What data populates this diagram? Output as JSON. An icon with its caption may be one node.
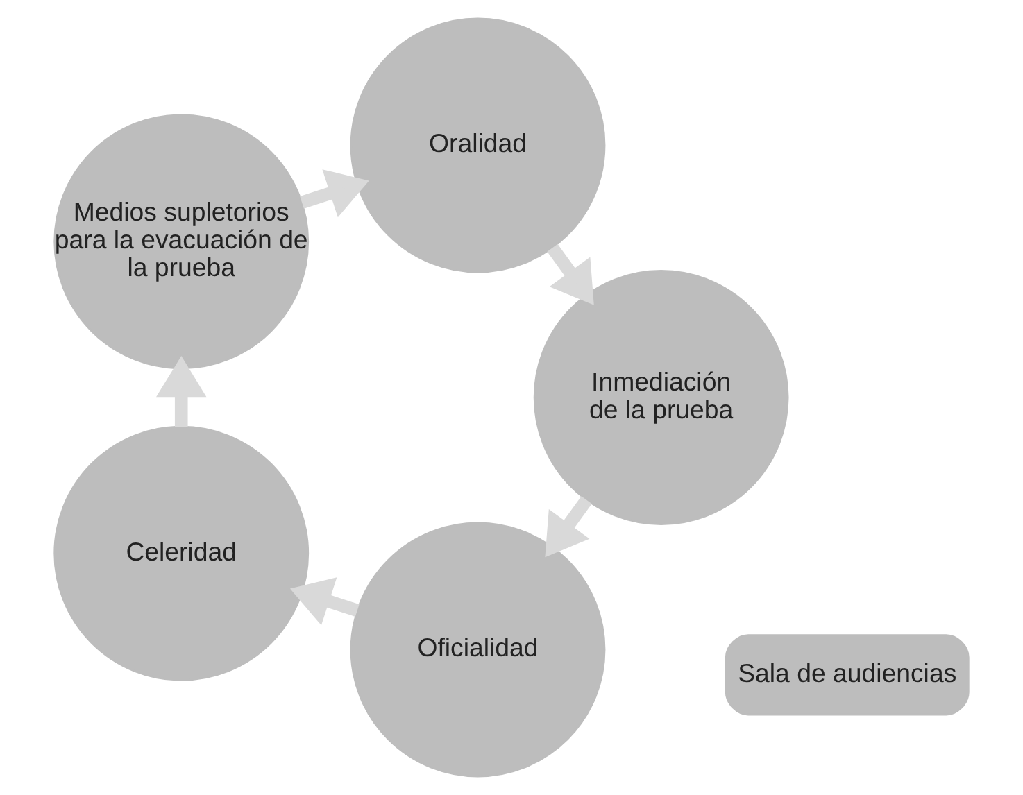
{
  "diagram": {
    "nodes": [
      {
        "text": [
          "Oficialidad"
        ]
      },
      {
        "text": [
          "Celeridad"
        ]
      },
      {
        "text": [
          "Medios supletorios para la evacuación de la prueba"
        ]
      },
      {
        "text": [
          "Oralidad"
        ]
      },
      {
        "text": [
          "Inmediación de la prueba"
        ]
      },
      {
        "text": [
          "Sala de audiencias"
        ]
      }
    ],
    "edges": [
      {
        "from": 0,
        "to": 1,
        "arrow": "to"
      },
      {
        "from": 1,
        "to": 2,
        "arrow": "to"
      },
      {
        "from": 2,
        "to": 3,
        "arrow": "to"
      },
      {
        "from": 3,
        "to": 4,
        "arrow": "to"
      },
      {
        "from": 4,
        "to": 0,
        "arrow": "to"
      }
    ]
  }
}
